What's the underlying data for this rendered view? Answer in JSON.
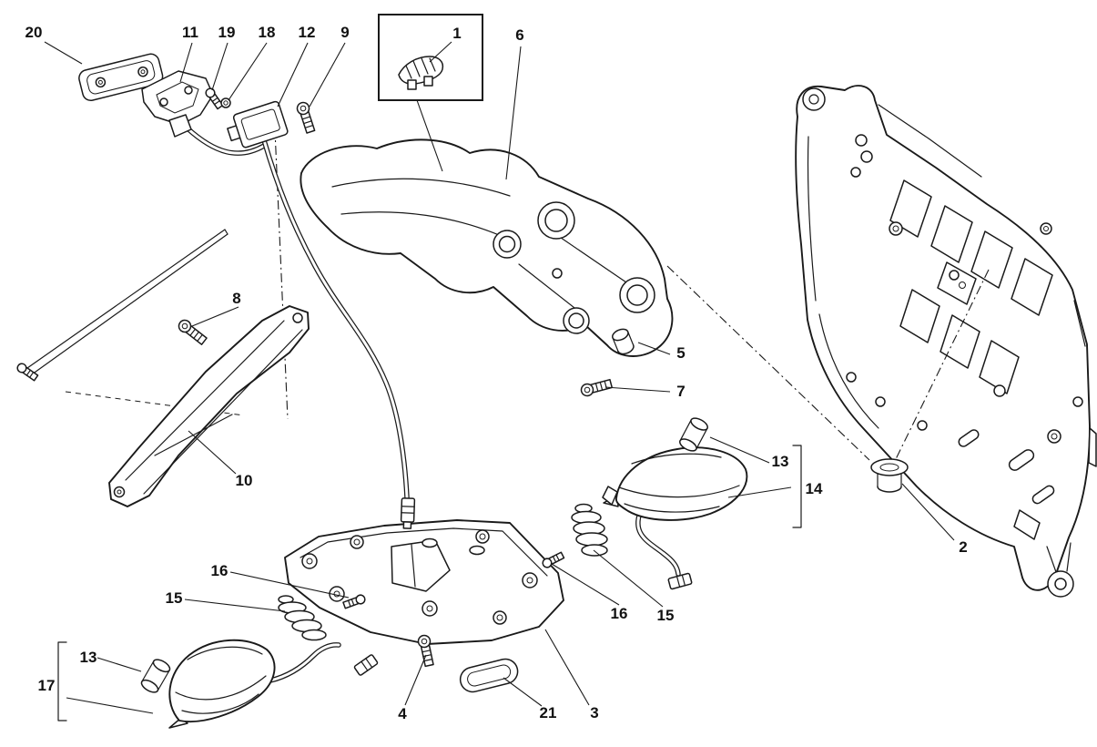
{
  "diagram": {
    "background": "#ffffff",
    "line_color": "#1a1a1a"
  },
  "callouts": [
    "20",
    "11",
    "19",
    "18",
    "12",
    "9",
    "1",
    "6",
    "8",
    "5",
    "7",
    "10",
    "13",
    "14",
    "2",
    "16",
    "15",
    "16",
    "15",
    "13",
    "17",
    "4",
    "21",
    "3"
  ]
}
